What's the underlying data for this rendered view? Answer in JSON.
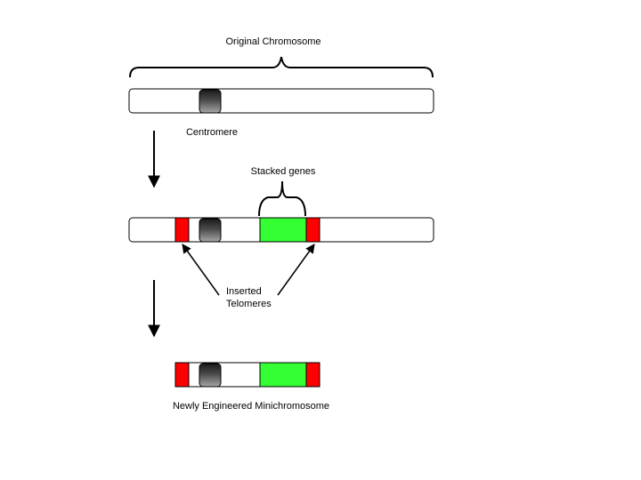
{
  "labels": {
    "original_chromosome": "Original Chromosome",
    "centromere": "Centromere",
    "stacked_genes": "Stacked genes",
    "inserted_line1": "Inserted",
    "inserted_line2": "Telomeres",
    "minichromosome": "Newly Engineered Minichromosome"
  },
  "colors": {
    "chromosome_fill": "#ffffff",
    "outline": "#000000",
    "telomere": "#ff0000",
    "gene": "#33ff33",
    "centromere_dark": "#1a1a1a",
    "centromere_light": "#9a9a9a"
  }
}
